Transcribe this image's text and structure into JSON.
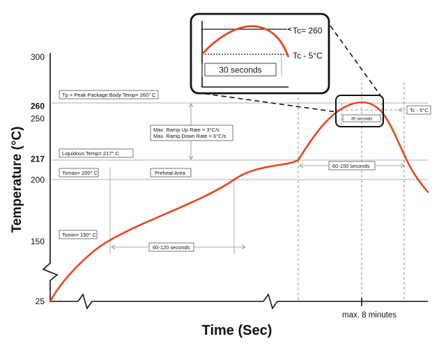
{
  "chart_data": {
    "type": "line",
    "title": "",
    "xlabel": "Time (Sec)",
    "ylabel": "Temperature (°C)",
    "y_ticks": [
      {
        "label": "300",
        "value": 300,
        "bold": false
      },
      {
        "label": "260",
        "value": 260,
        "bold": true
      },
      {
        "label": "250",
        "value": 250,
        "bold": false
      },
      {
        "label": "217",
        "value": 217,
        "bold": true
      },
      {
        "label": "200",
        "value": 200,
        "bold": false
      },
      {
        "label": "150",
        "value": 150,
        "bold": false
      },
      {
        "label": "25",
        "value": 25,
        "bold": false
      }
    ],
    "x_label_max": "max. 8 minutes",
    "grid": false,
    "series": [
      {
        "color": "#e8451e",
        "points": [
          [
            0,
            25
          ],
          [
            20,
            75
          ],
          [
            40,
            120
          ],
          [
            50,
            150
          ],
          [
            70,
            165
          ],
          [
            100,
            180
          ],
          [
            130,
            195
          ],
          [
            160,
            210
          ],
          [
            180,
            225
          ],
          [
            195,
            240
          ],
          [
            210,
            250
          ],
          [
            230,
            260
          ],
          [
            240,
            262
          ],
          [
            260,
            260
          ],
          [
            270,
            248
          ],
          [
            290,
            220
          ],
          [
            300,
            190
          ],
          [
            320,
            165
          ]
        ]
      }
    ],
    "reference_lines": [
      {
        "label": "Tp = Peak Package Body Temp= 260° C",
        "value": 260
      },
      {
        "label": "Liquidous Temp= 217° C",
        "value": 217
      },
      {
        "label": "Tsmax= 200° C",
        "value": 200
      },
      {
        "label": "Tsmin= 150° C",
        "value": 150
      }
    ],
    "annotations": {
      "ramp_rates": [
        "Max. Ramp Up Rate = 3°C/s",
        "Max. Ramp Down Rate = 6°C/s"
      ],
      "preheat": "Preheat Area",
      "preheat_span": "60-120 seconds",
      "liquidus_span": "60-150 seconds",
      "peak_window": "30 seconds",
      "tc_minus": "Tc - 5°C"
    },
    "inset": {
      "tc_label": "Tc= 260",
      "tc_minus_label": "Tc - 5°C",
      "window_label": "30 seconds"
    }
  }
}
